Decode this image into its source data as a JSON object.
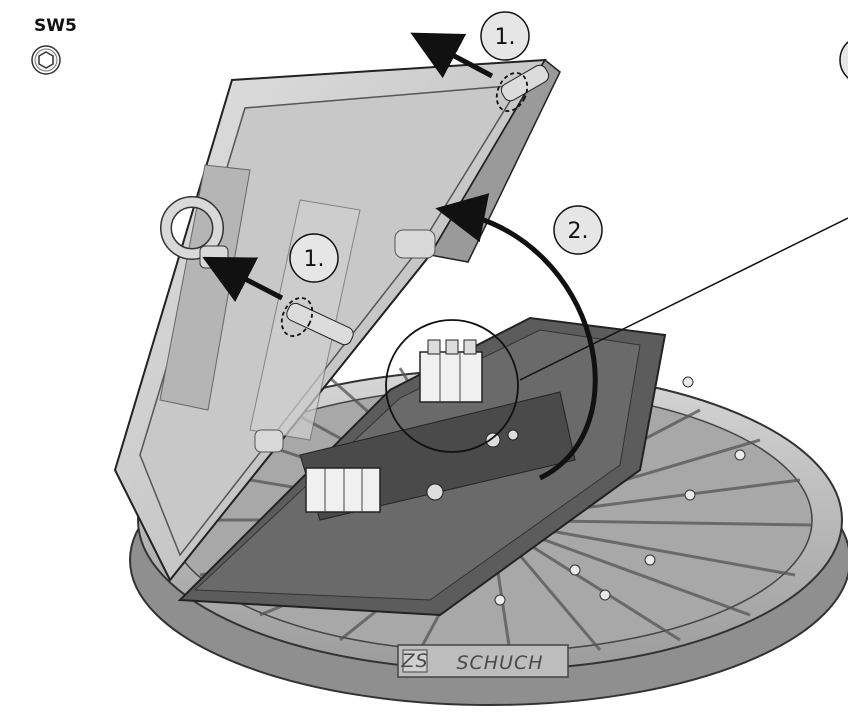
{
  "tool": {
    "label": "SW5",
    "icon": "hex-socket-icon"
  },
  "steps": {
    "step1_top": "1.",
    "step1_left": "1.",
    "step2": "2."
  },
  "product": {
    "brand": "SCHUCH",
    "logo_mark": "ZS"
  },
  "colors": {
    "step_badge_fill": "#e6e6e6",
    "arrow": "#111111",
    "body_metal": "#b9b9b9",
    "dark_plate": "#5a5a5a"
  }
}
